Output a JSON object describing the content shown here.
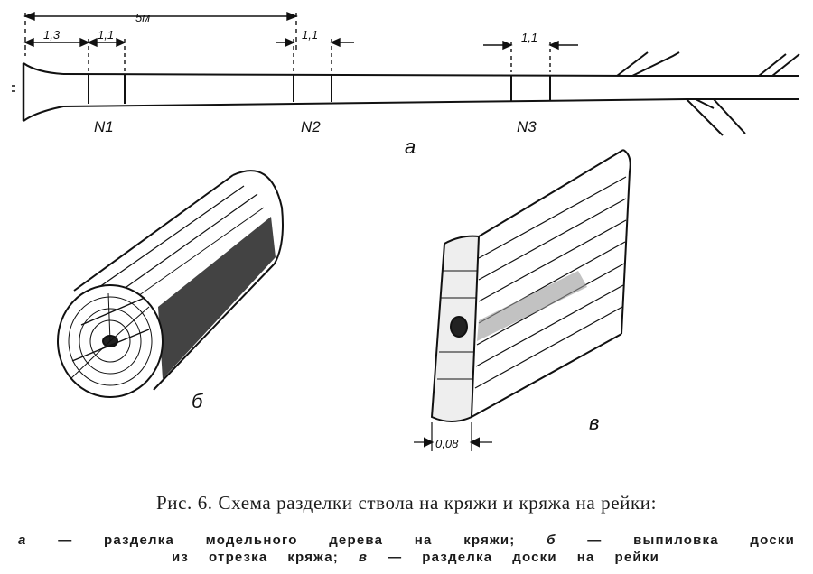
{
  "dimensions": {
    "total": "5м",
    "first": "1,3",
    "seg1": "1,1",
    "seg2": "1,1",
    "seg3": "1,1",
    "board_thickness": "0,08"
  },
  "cut_labels": [
    "N1",
    "N2",
    "N3"
  ],
  "panel_letters": {
    "a": "а",
    "b": "б",
    "v": "в"
  },
  "caption": {
    "title": "Рис. 6. Схема разделки ствола на кряжи и кряжа на рейки:",
    "line1_a_letter": "а",
    "line1_a_text": "— разделка модельного дерева на кряжи;",
    "line1_b_letter": "б",
    "line1_b_text": "— выпиловка доски",
    "line2_text": "из отрезка кряжа;",
    "line2_v_letter": "в",
    "line2_v_text": "— разделка доски на рейки"
  }
}
